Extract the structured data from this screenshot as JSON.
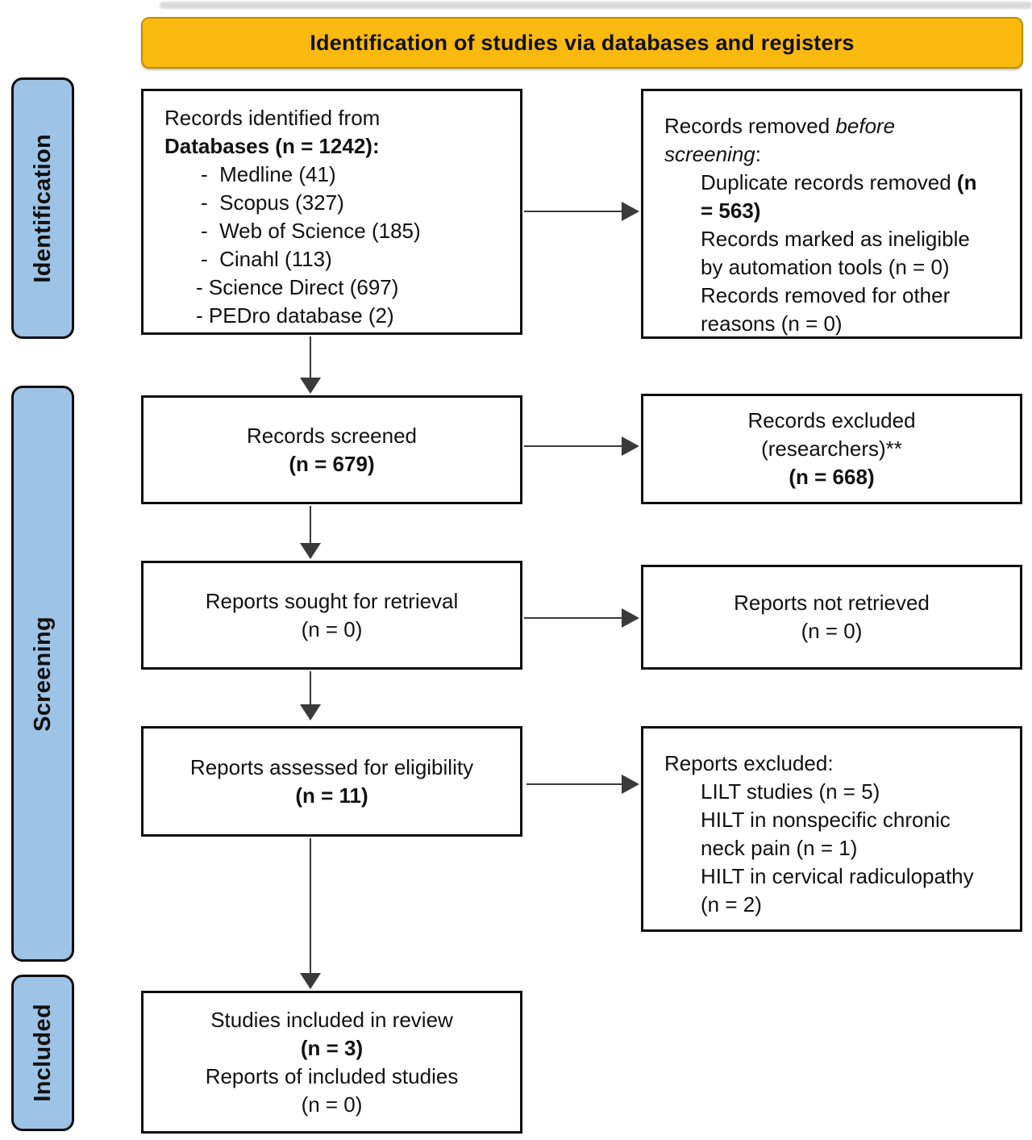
{
  "banner": {
    "label": "Identification of studies via databases and registers"
  },
  "colors": {
    "banner_bg": "#F9B90F",
    "banner_border": "#BD8E00",
    "sidebar_fill": "#9DC3E6",
    "arrow_color": "#3a3a3a"
  },
  "sidebar": {
    "items": [
      {
        "id": "identification",
        "label": "Identification"
      },
      {
        "id": "screening",
        "label": "Screening"
      },
      {
        "id": "included",
        "label": "Included"
      }
    ]
  },
  "flowchart": {
    "boxes": {
      "records_identified": {
        "align": "left",
        "lines": [
          {
            "indent": 0,
            "runs": [
              {
                "t": "Records identified from"
              }
            ]
          },
          {
            "indent": 0,
            "runs": [
              {
                "t": "Databases (n = 1242):",
                "b": true
              }
            ]
          },
          {
            "indent": 1.5,
            "runs": [
              {
                "t": "-  Medline (41)"
              }
            ]
          },
          {
            "indent": 1.5,
            "runs": [
              {
                "t": "-  Scopus (327)"
              }
            ]
          },
          {
            "indent": 1.5,
            "runs": [
              {
                "t": "-  Web of Science (185)"
              }
            ]
          },
          {
            "indent": 1.5,
            "runs": [
              {
                "t": "-  Cinahl (113)"
              }
            ]
          },
          {
            "indent": 1.3,
            "runs": [
              {
                "t": "- Science Direct (697)"
              }
            ]
          },
          {
            "indent": 1.3,
            "runs": [
              {
                "t": "- PEDro database (2)"
              }
            ]
          }
        ]
      },
      "records_removed": {
        "align": "left",
        "lines": [
          {
            "indent": 0,
            "runs": [
              {
                "t": "Records removed "
              },
              {
                "t": "before",
                "i": true
              }
            ]
          },
          {
            "indent": 0,
            "runs": [
              {
                "t": "screening",
                "i": true
              },
              {
                "t": ":"
              }
            ]
          },
          {
            "indent": 1.5,
            "runs": [
              {
                "t": "Duplicate records removed "
              },
              {
                "t": "(n",
                "b": true
              }
            ]
          },
          {
            "indent": 1.5,
            "runs": [
              {
                "t": "= 563)",
                "b": true
              }
            ]
          },
          {
            "indent": 1.5,
            "runs": [
              {
                "t": "Records marked as ineligible"
              }
            ]
          },
          {
            "indent": 1.5,
            "runs": [
              {
                "t": "by automation tools (n = 0)"
              }
            ]
          },
          {
            "indent": 1.5,
            "runs": [
              {
                "t": "Records removed for other"
              }
            ]
          },
          {
            "indent": 1.5,
            "runs": [
              {
                "t": "reasons (n = 0)"
              }
            ]
          }
        ]
      },
      "records_screened": {
        "align": "center",
        "lines": [
          {
            "indent": 0,
            "runs": [
              {
                "t": "Records screened"
              }
            ]
          },
          {
            "indent": 0,
            "runs": [
              {
                "t": "(n = 679)",
                "b": true
              }
            ]
          }
        ]
      },
      "records_excluded": {
        "align": "center",
        "lines": [
          {
            "indent": 0,
            "runs": [
              {
                "t": "Records excluded"
              }
            ]
          },
          {
            "indent": 0,
            "runs": [
              {
                "t": "(researchers)**"
              }
            ]
          },
          {
            "indent": 0,
            "runs": [
              {
                "t": "(n = 668)",
                "b": true
              }
            ]
          }
        ]
      },
      "reports_sought": {
        "align": "center",
        "lines": [
          {
            "indent": 0,
            "runs": [
              {
                "t": "Reports sought for retrieval"
              }
            ]
          },
          {
            "indent": 0,
            "runs": [
              {
                "t": "(n = 0)"
              }
            ]
          }
        ]
      },
      "reports_not_retrieved": {
        "align": "center",
        "lines": [
          {
            "indent": 0,
            "runs": [
              {
                "t": "Reports not retrieved"
              }
            ]
          },
          {
            "indent": 0,
            "runs": [
              {
                "t": "(n = 0)"
              }
            ]
          }
        ]
      },
      "reports_assessed": {
        "align": "center",
        "lines": [
          {
            "indent": 0,
            "runs": [
              {
                "t": "Reports assessed for eligibility"
              }
            ]
          },
          {
            "indent": 0,
            "runs": [
              {
                "t": "(n = 11)",
                "b": true
              }
            ]
          }
        ]
      },
      "reports_excluded": {
        "align": "left",
        "lines": [
          {
            "indent": 0,
            "runs": [
              {
                "t": "Reports excluded:"
              }
            ]
          },
          {
            "indent": 1.5,
            "runs": [
              {
                "t": "LILT studies (n = 5)"
              }
            ]
          },
          {
            "indent": 1.5,
            "runs": [
              {
                "t": "HILT in nonspecific chronic"
              }
            ]
          },
          {
            "indent": 1.5,
            "runs": [
              {
                "t": "neck pain (n = 1)"
              }
            ]
          },
          {
            "indent": 1.5,
            "runs": [
              {
                "t": "HILT in cervical radiculopathy"
              }
            ]
          },
          {
            "indent": 1.5,
            "runs": [
              {
                "t": "(n = 2)"
              }
            ]
          }
        ]
      },
      "studies_included": {
        "align": "center",
        "lines": [
          {
            "indent": 0,
            "runs": [
              {
                "t": "Studies included in review"
              }
            ]
          },
          {
            "indent": 0,
            "runs": [
              {
                "t": "(n = 3)",
                "b": true
              }
            ]
          },
          {
            "indent": 0,
            "runs": [
              {
                "t": "Reports of included studies"
              }
            ]
          },
          {
            "indent": 0,
            "runs": [
              {
                "t": "(n = 0)"
              }
            ]
          }
        ]
      }
    }
  }
}
